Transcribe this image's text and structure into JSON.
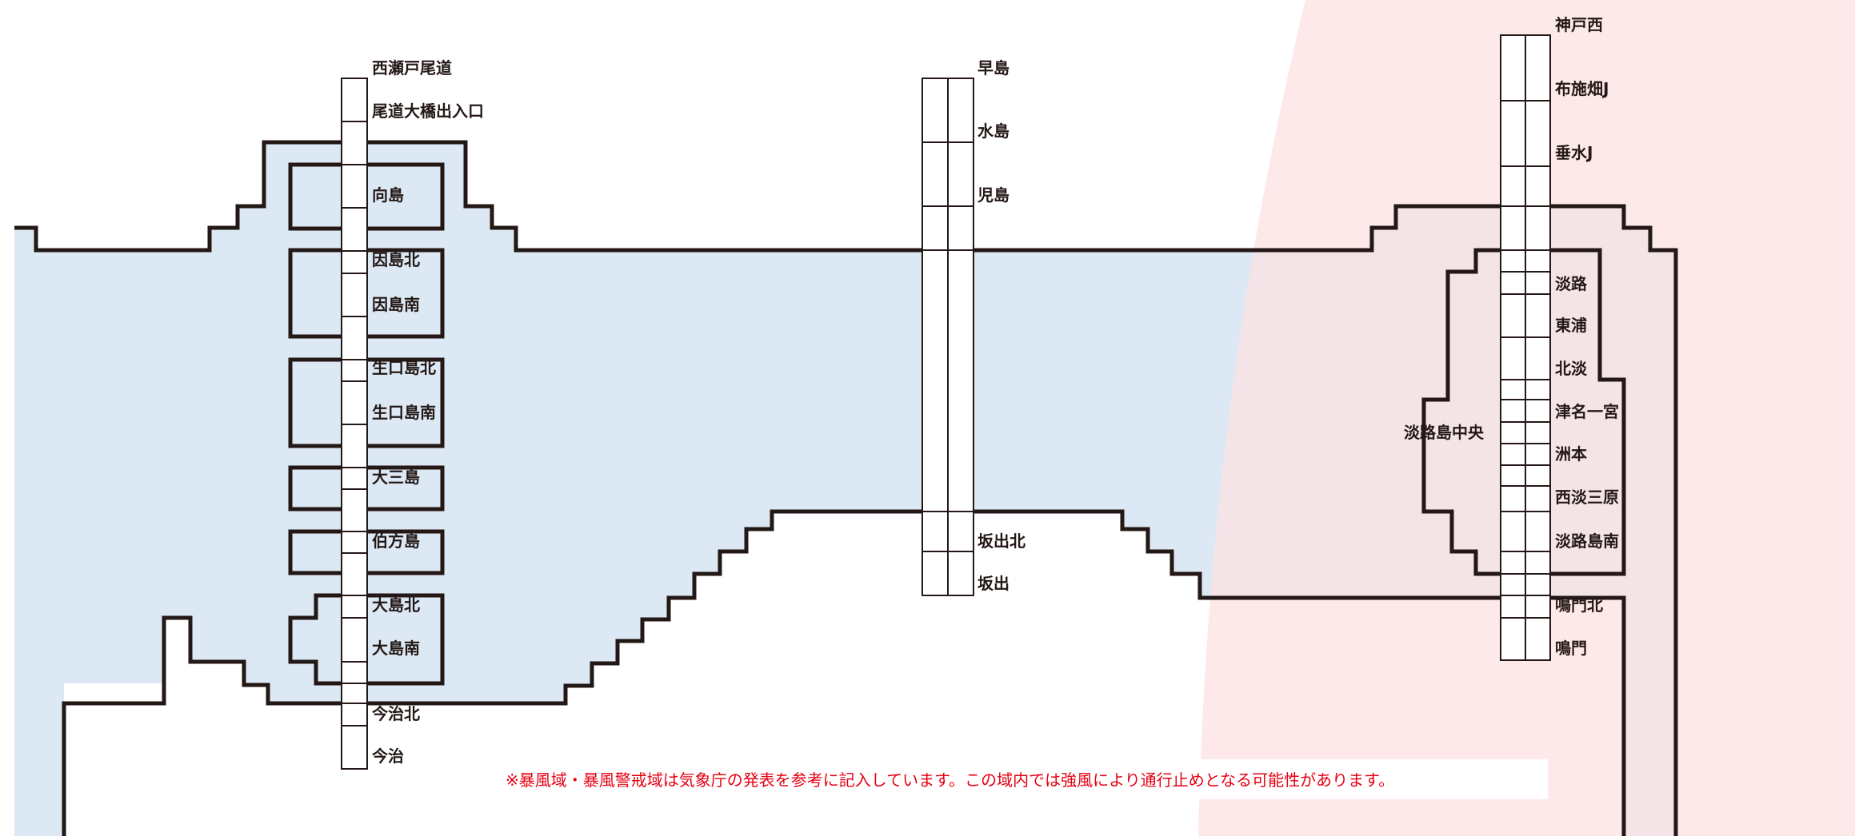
{
  "colors": {
    "sea": "#dce9f4",
    "storm_zone": "#fde1e2",
    "line": "#231815",
    "note_text": "#e60012"
  },
  "routes": {
    "nishiseto": {
      "stations": [
        "西瀬戸尾道",
        "尾道大橋出入口",
        "向島",
        "因島北",
        "因島南",
        "生口島北",
        "生口島南",
        "大三島",
        "伯方島",
        "大島北",
        "大島南",
        "今治北",
        "今治"
      ]
    },
    "setochuo": {
      "stations": [
        "早島",
        "水島",
        "児島",
        "坂出北",
        "坂出"
      ]
    },
    "kobe_awaji_naruto": {
      "stations": [
        "神戸西",
        "布施畑J",
        "垂水J",
        "淡路",
        "東浦",
        "北淡",
        "津名一宮",
        "淡路島中央",
        "洲本",
        "西淡三原",
        "淡路島南",
        "鳴門北",
        "鳴門"
      ]
    }
  },
  "note": "※暴風域・暴風警戒域は気象庁の発表を参考に記入しています。この域内では強風により通行止めとなる可能性があります。"
}
